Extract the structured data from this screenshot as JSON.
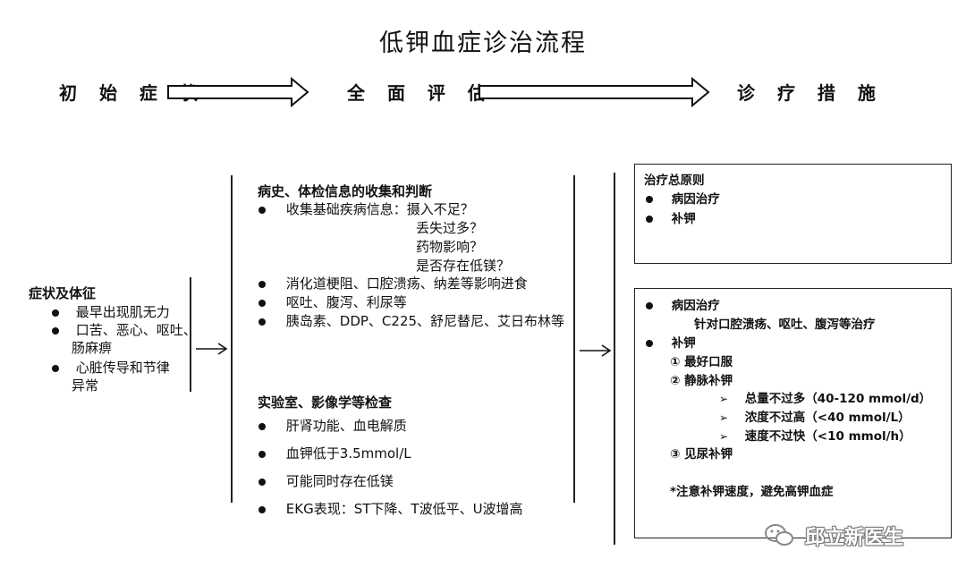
{
  "title": "低钾血症诊治流程",
  "stages": [
    "初 始 症 状",
    "全 面 评 估",
    "诊 疗 措 施"
  ],
  "symptoms": {
    "heading": "症状及体征",
    "items": [
      "最早出现肌无力",
      "口苦、恶心、呕吐、",
      "肠麻痹",
      "心脏传导和节律",
      "异常"
    ]
  },
  "evaluation": {
    "history_heading": "病史、体检信息的收集和判断",
    "history_items": [
      "收集基础疾病信息：摄入不足？",
      "丢失过多？",
      "药物影响？",
      "是否存在低镁？",
      "消化道梗阻、口腔溃疡、纳差等影响进食",
      "呕吐、腹泻、利尿等",
      "胰岛素、DDP、C225、舒尼替尼、艾日布林等"
    ],
    "lab_heading": "实验室、影像学等检查",
    "lab_items": [
      "肝肾功能、血电解质",
      "血钾低于3.5mmol/L",
      "可能同时存在低镁",
      "EKG表现：ST下降、T波低平、U波增高"
    ]
  },
  "treatment": {
    "principle_heading": "治疗总原则",
    "principle_items": [
      "病因治疗",
      "补钾"
    ],
    "detail": {
      "cause_label": "病因治疗",
      "cause_text": "针对口腔溃疡、呕吐、腹泻等治疗",
      "supp_label": "补钾",
      "step1": "①  最好口服",
      "step2": "②  静脉补钾",
      "sub_items": [
        "总量不过多（40-120 mmol/d）",
        "浓度不过高（<40 mmol/L）",
        "速度不过快（<10 mmol/h）"
      ],
      "step3": "③  见尿补钾",
      "note": "*注意补钾速度，避免高钾血症"
    }
  },
  "watermark": "邱立新医生"
}
